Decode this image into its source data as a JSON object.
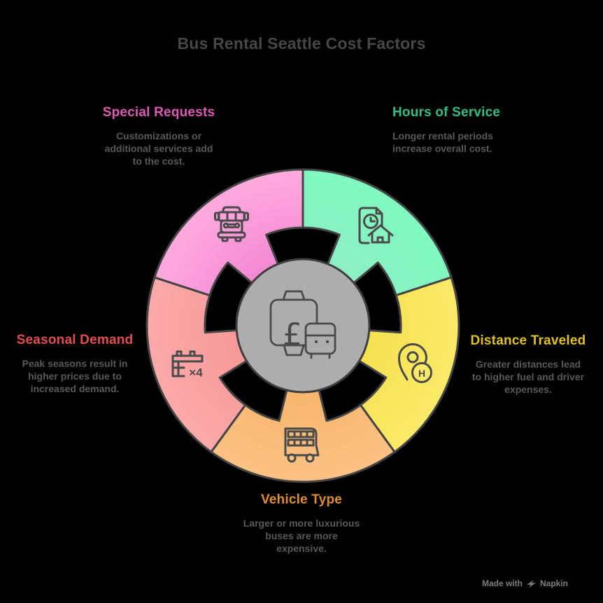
{
  "title": "Bus Rental Seattle Cost Factors",
  "factors": [
    {
      "id": "special-requests",
      "label": "Special Requests",
      "label_color": "#de59b6",
      "lines": [
        "Customizations or",
        "additional services add",
        "to the cost."
      ],
      "icon": "school-bus-icon",
      "gradient": {
        "inner": "#f487d3",
        "outer": "#ffabdf"
      }
    },
    {
      "id": "hours-of-service",
      "label": "Hours of Service",
      "label_color": "#2ebe86",
      "lines": [
        "Longer rental periods",
        "increase overall cost."
      ],
      "icon": "rental-document-clock-house-icon",
      "gradient": {
        "inner": "#8eefc5",
        "outer": "#7ff8bf"
      }
    },
    {
      "id": "distance-traveled",
      "label": "Distance Traveled",
      "label_color": "#e2c21b",
      "lines": [
        "Greater distances lead",
        "to higher fuel and driver",
        "expenses."
      ],
      "icon": "location-pin-h-icon",
      "h_marker": "H",
      "gradient": {
        "inner": "#f5e050",
        "outer": "#fbea68"
      }
    },
    {
      "id": "vehicle-type",
      "label": "Vehicle Type",
      "label_color": "#e08e2d",
      "lines": [
        "Larger or more luxurious",
        "buses are more",
        "expensive."
      ],
      "icon": "double-decker-bus-icon",
      "gradient": {
        "inner": "#f7b56c",
        "outer": "#fcc284"
      }
    },
    {
      "id": "seasonal-demand",
      "label": "Seasonal Demand",
      "label_color": "#e34d4d",
      "lines": [
        "Peak seasons result in",
        "higher prices due to",
        "increased demand."
      ],
      "icon": "calendar-x4-icon",
      "multiplier": "×4",
      "gradient": {
        "inner": "#f79898",
        "outer": "#fba9a9"
      }
    }
  ],
  "center": {
    "icon": "price-tag-with-bus-icon",
    "currency_symbol": "£",
    "circle_color": "#adadad",
    "outline_color": "#3f3f3f"
  },
  "wheel": {
    "segment_outline_color": "#444444",
    "icon_stroke_color": "#4a4a4a"
  },
  "watermark": {
    "prefix": "Made with",
    "brand": "Napkin"
  }
}
